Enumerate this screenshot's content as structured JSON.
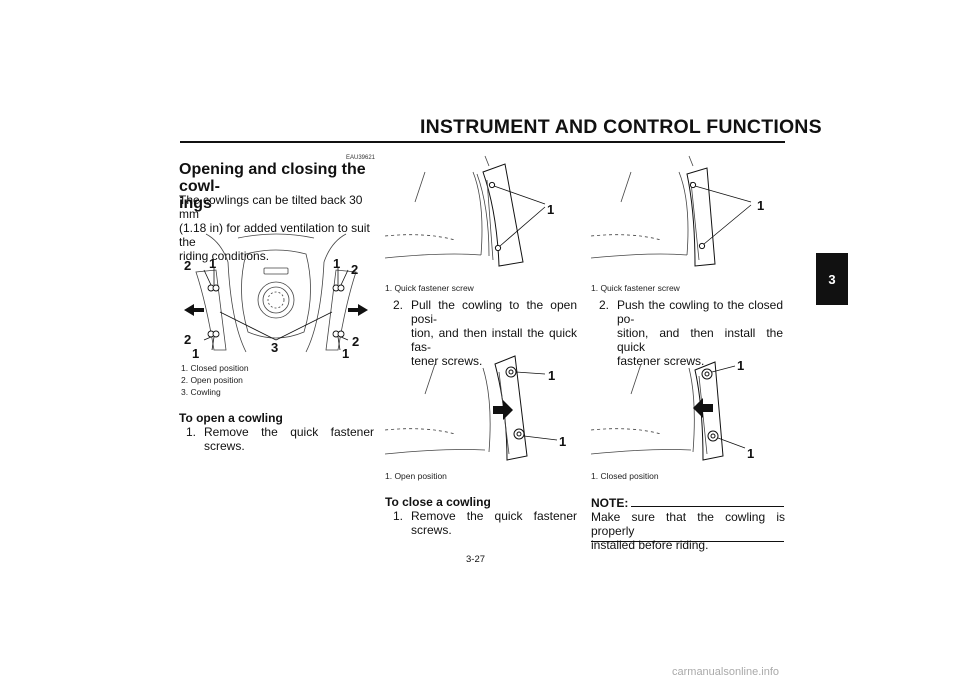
{
  "header": {
    "title": "INSTRUMENT AND CONTROL FUNCTIONS",
    "tab": "3"
  },
  "left": {
    "code": "EAU39621",
    "title": "Opening and closing the cowl-ings",
    "title_line1": "Opening and closing the cowl-",
    "title_line2": "ings",
    "intro": [
      "The cowlings can be tilted back 30 mm",
      "(1.18 in) for added ventilation to suit the",
      "riding conditions."
    ],
    "figure_labels": {
      "a": "1",
      "b": "2",
      "c": "3"
    },
    "captions": [
      "1.  Closed position",
      "2.  Open position",
      "3.  Cowling"
    ],
    "open_heading": "To open a cowling",
    "step1": {
      "n": "1.",
      "lines": [
        "Remove the quick fastener",
        "screws."
      ]
    }
  },
  "middle": {
    "fig1_label": "1",
    "fig1_caption": "1.  Quick fastener screw",
    "step2": {
      "n": "2.",
      "lines": [
        "Pull the cowling to the open posi-",
        "tion, and then install the quick fas-",
        "tener screws."
      ]
    },
    "fig2_label": "1",
    "fig2_caption": "1.  Open position",
    "close_heading": "To close a cowling",
    "step1": {
      "n": "1.",
      "lines": [
        "Remove the quick fastener",
        "screws."
      ]
    }
  },
  "right": {
    "fig1_label": "1",
    "fig1_caption": "1.  Quick fastener screw",
    "step2": {
      "n": "2.",
      "lines": [
        "Push the cowling to the closed po-",
        "sition, and then install the quick",
        "fastener screws."
      ]
    },
    "fig2_label": "1",
    "fig2_caption": "1.  Closed position",
    "note_label": "NOTE:",
    "note_lines": [
      "Make sure that the cowling is properly",
      "installed before riding."
    ]
  },
  "page_number": "3-27",
  "footer": "carmanualsonline.info"
}
